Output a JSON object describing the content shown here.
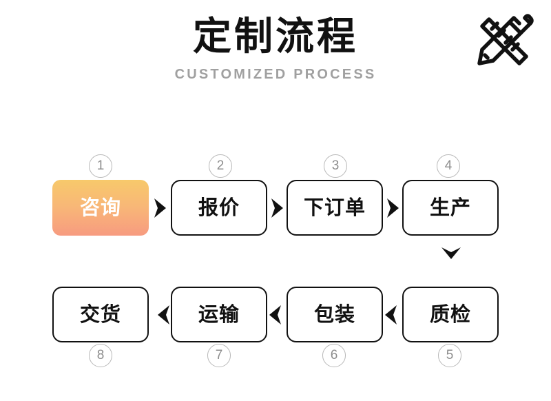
{
  "header": {
    "title": "定制流程",
    "subtitle": "CUSTOMIZED PROCESS",
    "icon": "pencil-ruler-icon"
  },
  "colors": {
    "background": "#ffffff",
    "title_text": "#111111",
    "subtitle_text": "#a0a0a0",
    "box_border": "#111111",
    "box_fill": "#ffffff",
    "badge_border": "#b8b8b8",
    "badge_text": "#8d8d8d",
    "arrow": "#111111",
    "highlight_gradient_start": "#f7c96b",
    "highlight_gradient_end": "#f79b80",
    "highlight_text": "#ffffff"
  },
  "flow": {
    "row1": [
      {
        "number": "1",
        "label": "咨询",
        "highlighted": true
      },
      {
        "number": "2",
        "label": "报价",
        "highlighted": false
      },
      {
        "number": "3",
        "label": "下订单",
        "highlighted": false
      },
      {
        "number": "4",
        "label": "生产",
        "highlighted": false
      }
    ],
    "row2": [
      {
        "number": "8",
        "label": "交货",
        "highlighted": false
      },
      {
        "number": "7",
        "label": "运输",
        "highlighted": false
      },
      {
        "number": "6",
        "label": "包装",
        "highlighted": false
      },
      {
        "number": "5",
        "label": "质检",
        "highlighted": false
      }
    ],
    "connectors": [
      {
        "name": "chevron-right-1-2",
        "direction": "right"
      },
      {
        "name": "chevron-right-2-3",
        "direction": "right"
      },
      {
        "name": "chevron-right-3-4",
        "direction": "right"
      },
      {
        "name": "chevron-down-4-5",
        "direction": "down"
      },
      {
        "name": "chevron-left-5-6",
        "direction": "left"
      },
      {
        "name": "chevron-left-6-7",
        "direction": "left"
      },
      {
        "name": "chevron-left-7-8",
        "direction": "left"
      }
    ]
  }
}
